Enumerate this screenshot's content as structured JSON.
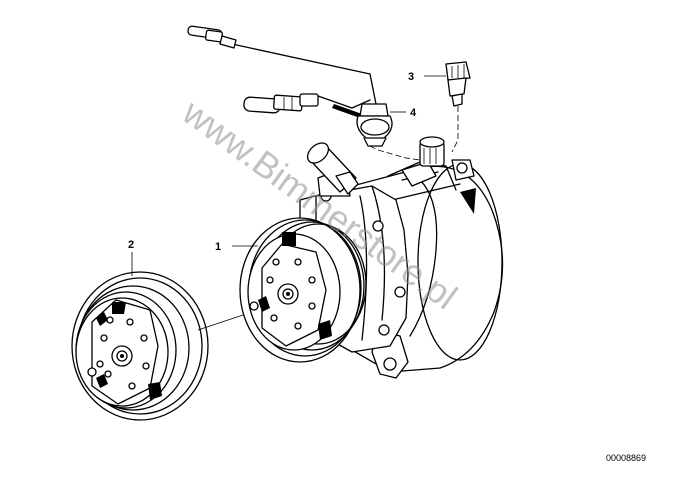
{
  "callouts": {
    "part1": "1",
    "part2": "2",
    "part3": "3",
    "part4": "4"
  },
  "watermark": "www.Bimmerstore.pl",
  "document_number": "00008869",
  "colors": {
    "line": "#000000",
    "background": "#ffffff",
    "watermark": "#8f8f8f"
  }
}
